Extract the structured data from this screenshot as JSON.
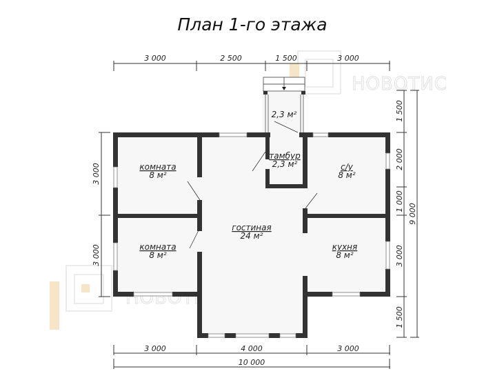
{
  "title": "План 1-го этажа",
  "watermark": {
    "brand": "НОВОТИС",
    "logo_color": "#f5d9a8",
    "text_color": "#e2e2e2"
  },
  "dimensions": {
    "top": [
      "3 000",
      "2 500",
      "1 500",
      "3 000"
    ],
    "bottom": [
      "3 000",
      "4 000",
      "3 000"
    ],
    "bottom_total": "10 000",
    "left": [
      "3 000",
      "3 000"
    ],
    "right": [
      "1 500",
      "2 000",
      "1 000",
      "3 000",
      "1 500"
    ],
    "right_total": "9 000"
  },
  "rooms": [
    {
      "name": "комната",
      "area": "8 м²"
    },
    {
      "name": "комната",
      "area": "8 м²"
    },
    {
      "name": "гостиная",
      "area": "24 м²"
    },
    {
      "name": "тамбур",
      "area": "2,3 м²"
    },
    {
      "name": "с/у",
      "area": "8 м²"
    },
    {
      "name": "кухня",
      "area": "8 м²"
    }
  ],
  "porch": {
    "area": "2,3 м²"
  },
  "colors": {
    "wall": "#333333",
    "floor": "#f7f7f7",
    "dimension": "#333333"
  }
}
